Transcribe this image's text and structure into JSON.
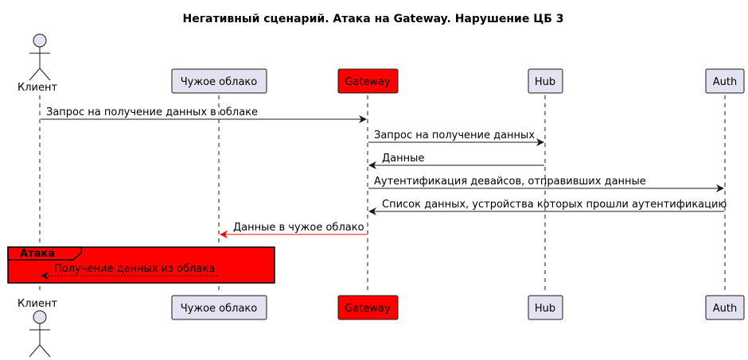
{
  "title": "Негативный сценарий. Атака на Gateway. Нарушение ЦБ 3",
  "participants": {
    "client": "Клиент",
    "foreign_cloud": "Чужое облако",
    "gateway": "Gateway",
    "hub": "Hub",
    "auth": "Auth"
  },
  "messages": {
    "m1": "Запрос на получение данных в облаке",
    "m2": "Запрос на получение данных",
    "m3": "Данные",
    "m4": "Аутентификация девайсов, отправивших данные",
    "m5": "Список данных, устройства которых прошли аутентификацию",
    "m6": "Данные в чужое облако",
    "m7": "Получение данных из облака"
  },
  "group": {
    "label": "Атака",
    "color": "#ff0000"
  },
  "colors": {
    "gateway_fill": "#ff0000",
    "participant_fill": "#e2e2f0",
    "participant_border": "#181818",
    "attack_arrow": "#ff0000",
    "lifeline": "#181818"
  }
}
